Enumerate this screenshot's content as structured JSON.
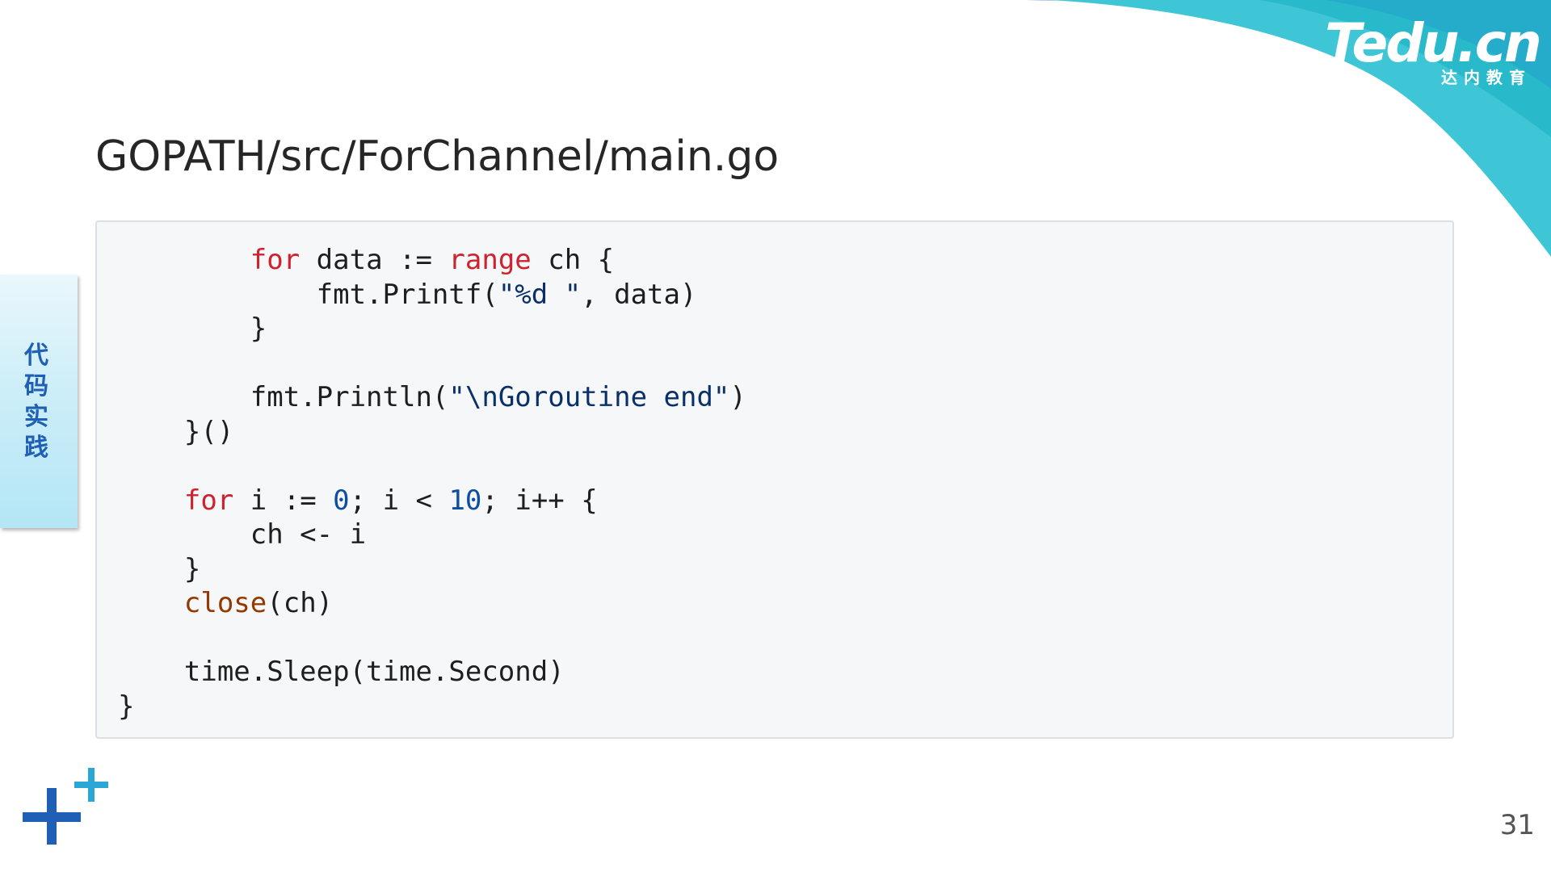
{
  "brand": {
    "logo_text": "Tedu.cn",
    "logo_subtitle": "达内教育",
    "colors": {
      "wave_blue": "#2c6fd0",
      "wave_cyan": "#3ec6d6",
      "wave_teal": "#25b7c9",
      "side_tab_text": "#1f5fb5"
    }
  },
  "side_tab": {
    "label": "代码实践"
  },
  "slide": {
    "title": "GOPATH/src/ForChannel/main.go",
    "page_number": "31"
  },
  "code": {
    "language": "go",
    "lines": [
      [
        {
          "t": "        "
        },
        {
          "t": "for",
          "k": "kw"
        },
        {
          "t": " data := "
        },
        {
          "t": "range",
          "k": "kw"
        },
        {
          "t": " ch {"
        }
      ],
      [
        {
          "t": "            fmt.Printf("
        },
        {
          "t": "\"%d \"",
          "k": "str"
        },
        {
          "t": ", data)"
        }
      ],
      [
        {
          "t": "        }"
        }
      ],
      [
        {
          "t": ""
        }
      ],
      [
        {
          "t": "        fmt.Println("
        },
        {
          "t": "\"\\nGoroutine end\"",
          "k": "str"
        },
        {
          "t": ")"
        }
      ],
      [
        {
          "t": "    }()"
        }
      ],
      [
        {
          "t": ""
        }
      ],
      [
        {
          "t": "    "
        },
        {
          "t": "for",
          "k": "kw"
        },
        {
          "t": " i := "
        },
        {
          "t": "0",
          "k": "num"
        },
        {
          "t": "; i < "
        },
        {
          "t": "10",
          "k": "num"
        },
        {
          "t": "; i++ {"
        }
      ],
      [
        {
          "t": "        ch <- i"
        }
      ],
      [
        {
          "t": "    }"
        }
      ],
      [
        {
          "t": "    "
        },
        {
          "t": "close",
          "k": "builtin"
        },
        {
          "t": "(ch)"
        }
      ],
      [
        {
          "t": ""
        }
      ],
      [
        {
          "t": "    time.Sleep(time.Second)"
        }
      ],
      [
        {
          "t": "}"
        }
      ]
    ]
  },
  "decorations": {
    "bottom_left": "plus-icons",
    "top_right": "wave-ribbon"
  }
}
